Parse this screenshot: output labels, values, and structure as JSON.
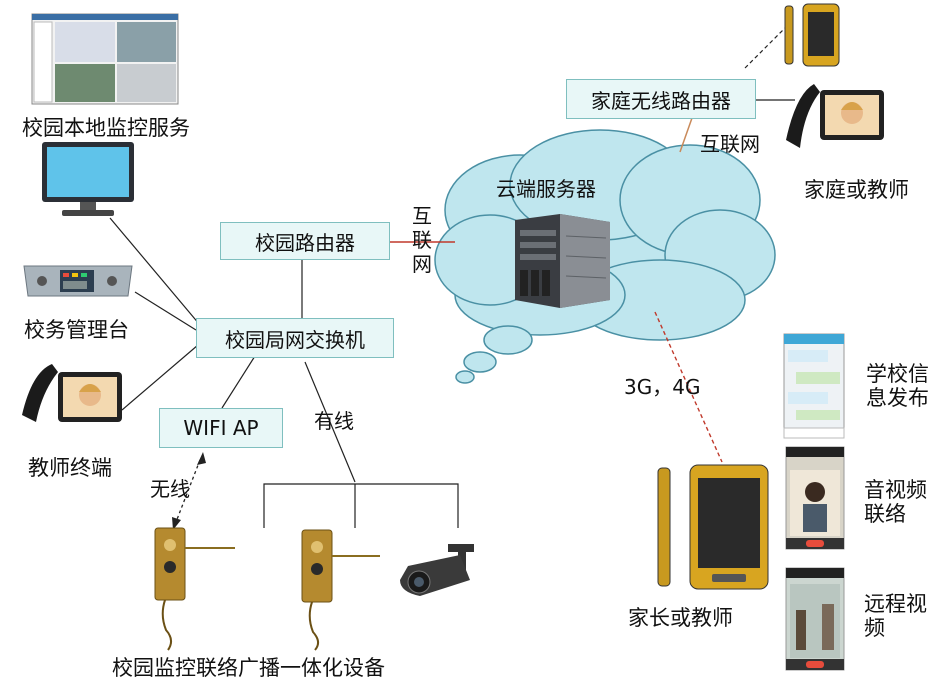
{
  "labels": {
    "local_monitor": "校园本地监控服务",
    "admin_console": "校务管理台",
    "teacher_terminal": "教师终端",
    "campus_router": "校园路由器",
    "lan_switch": "校园局网交换机",
    "wifi_ap": "WIFI AP",
    "wired": "有线",
    "wireless": "无线",
    "integrated_device": "校园监控联络广播一体化设备",
    "internet_left": "互\n联\n网",
    "cloud_server": "云端服务器",
    "home_router": "家庭无线路由器",
    "internet_right": "互联网",
    "home_or_teacher": "家庭或教师",
    "mobile_net": "3G，4G",
    "parent_or_teacher": "家长或教师",
    "feature_info": "学校信\n息发布",
    "feature_av": "音视频\n联络",
    "feature_remote": "远程视\n频"
  },
  "colors": {
    "box_fill": "#e8f7f7",
    "box_border": "#7fbfbf",
    "cloud_fill": "#bfe6ee",
    "cloud_border": "#4a90a4",
    "internet_link": "#c0392b",
    "device_brass": "#b58a2f"
  }
}
